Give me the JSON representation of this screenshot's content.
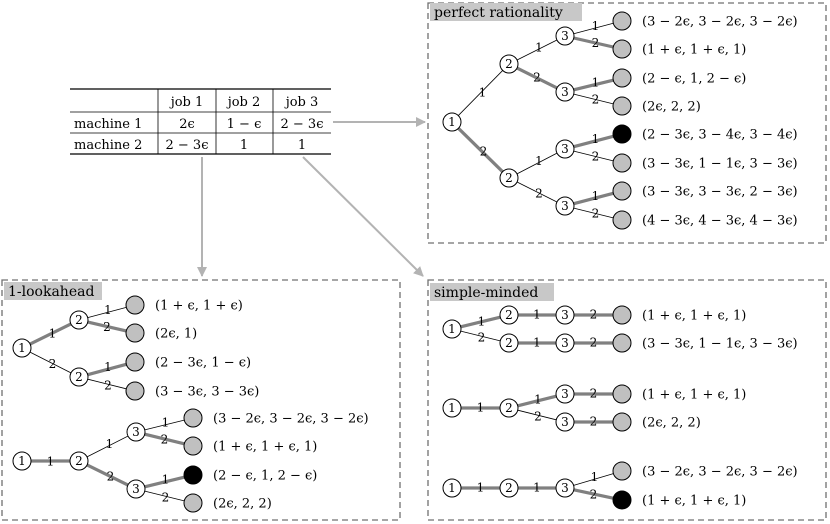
{
  "table": {
    "headers": [
      "",
      "job 1",
      "job 2",
      "job 3"
    ],
    "rows": [
      [
        "machine 1",
        "2ϵ",
        "1 − ϵ",
        "2 − 3ϵ"
      ],
      [
        "machine 2",
        "2 − 3ϵ",
        "1",
        "1"
      ]
    ]
  },
  "panels": {
    "perfect": {
      "label": "perfect rationality",
      "leaves": [
        "(3 − 2ϵ, 3 − 2ϵ, 3 − 2ϵ)",
        "(1 + ϵ, 1 + ϵ, 1)",
        "(2 − ϵ, 1, 2 − ϵ)",
        "(2ϵ, 2, 2)",
        "(2 − 3ϵ, 3 − 4ϵ, 3 − 4ϵ)",
        "(3 − 3ϵ, 1 − 1ϵ, 3 − 3ϵ)",
        "(3 − 3ϵ, 3 − 3ϵ, 2 − 3ϵ)",
        "(4 − 3ϵ, 4 − 3ϵ, 4 − 3ϵ)"
      ]
    },
    "lookahead": {
      "label": "1-lookahead",
      "top_leaves": [
        "(1 + ϵ, 1 + ϵ)",
        "(2ϵ, 1)",
        "(2 − 3ϵ, 1 − ϵ)",
        "(3 − 3ϵ, 3 − 3ϵ)"
      ],
      "bottom_leaves": [
        "(3 − 2ϵ, 3 − 2ϵ, 3 − 2ϵ)",
        "(1 + ϵ, 1 + ϵ, 1)",
        "(2 − ϵ, 1, 2 − ϵ)",
        "(2ϵ, 2, 2)"
      ]
    },
    "simple": {
      "label": "simple-minded",
      "leaves": [
        "(1 + ϵ, 1 + ϵ, 1)",
        "(3 − 3ϵ, 1 − 1ϵ, 3 − 3ϵ)",
        "(1 + ϵ, 1 + ϵ, 1)",
        "(2ϵ, 2, 2)",
        "(3 − 2ϵ, 3 − 2ϵ, 3 − 2ϵ)",
        "(1 + ϵ, 1 + ϵ, 1)"
      ]
    }
  },
  "node_labels": [
    "1",
    "2",
    "3"
  ],
  "edge_labels": [
    "1",
    "2"
  ],
  "colors": {
    "leaf_gray": "#c0c0c0",
    "leaf_black": "#000000",
    "thick_edge": "#808080",
    "arrow": "#b3b3b3",
    "label_bg": "#c8c8c8",
    "dash": "#707070"
  }
}
